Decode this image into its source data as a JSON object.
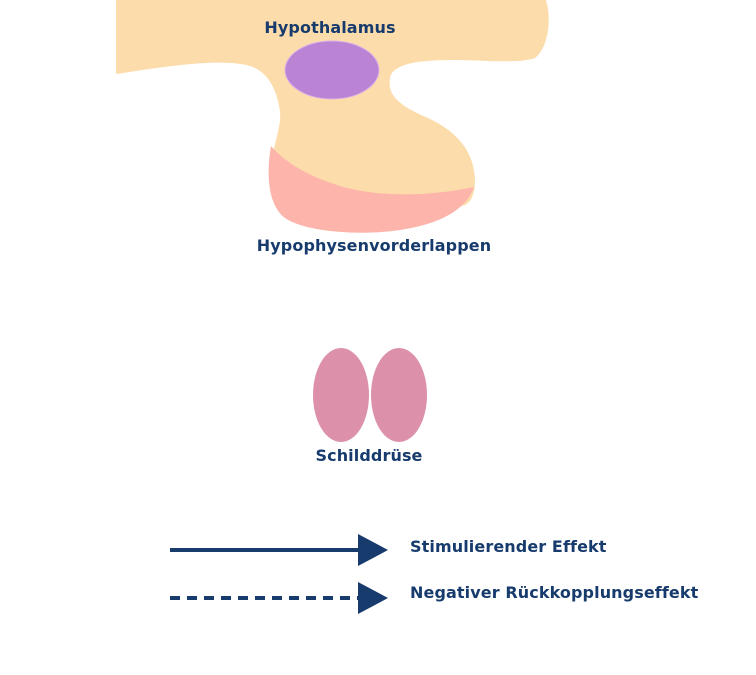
{
  "structures": {
    "hypothalamus": "Hypothalamus",
    "pituitary": "Hypophysenvorderlappen",
    "thyroid": "Schilddrüse"
  },
  "legend": {
    "stimulating": "Stimulierender Effekt",
    "negative_feedback": "Negativer Rückkopplungseffekt"
  },
  "colors": {
    "brain_tissue": "#fcdcaa",
    "hypothalamus": "#bb83d4",
    "pituitary_lobe": "#fdb4aa",
    "thyroid": "#dc90aa",
    "text_and_arrows": "#173b6c"
  }
}
